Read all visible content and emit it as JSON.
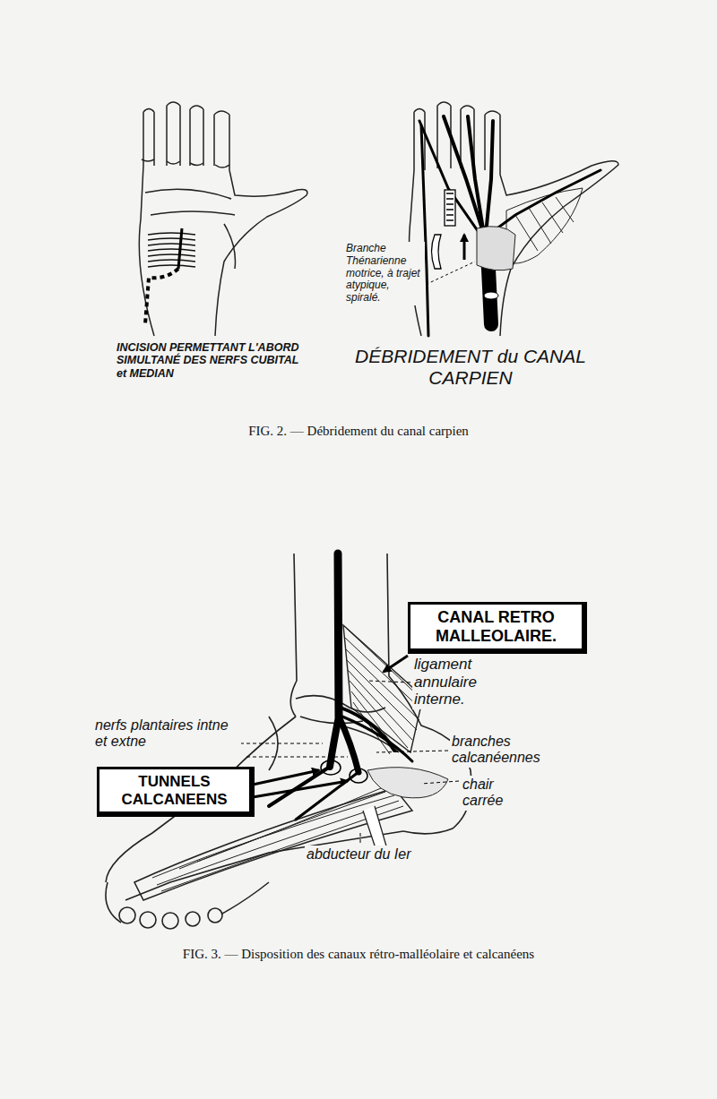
{
  "diagram": {
    "nodes": [
      {
        "text": [
          "CANAL RETRO MALLEOLAIRE."
        ]
      },
      {
        "text": [
          "TUNNELS CALCANEENS"
        ]
      }
    ],
    "labels": [
      "INCISION PERMETTANT L'ABORD SIMULTANÉ DES NERFS CUBITAL et MEDIAN",
      "Branche Thénarienne motrice, à trajet atypique, spiralé.",
      "DÉBRIDEMENT du CANAL CARPIEN",
      "FIG. 2. — Débridement du canal carpien",
      "ligament annulaire interne.",
      "nerfs plantaires intne et extne",
      "branches calcanéennes",
      "chair carrée",
      "abducteur du Ier",
      "FIG. 3. — Disposition des canaux rétro-malléolaire et calcanéens"
    ]
  }
}
